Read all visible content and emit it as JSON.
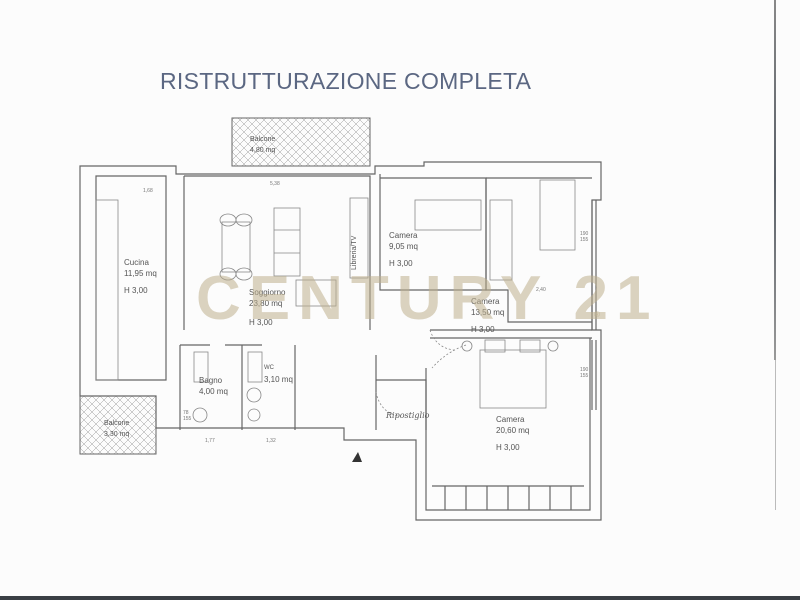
{
  "title": "RISTRUTTURAZIONE COMPLETA",
  "watermark": {
    "text": "CENTURY 21",
    "registered": "®",
    "color": "#beaf8c"
  },
  "colors": {
    "title": "#5b6782",
    "walls": "#666666",
    "background": "#fcfcfc"
  },
  "rooms": [
    {
      "id": "balcone-top",
      "name": "Balcone",
      "area": "4,80 mq"
    },
    {
      "id": "cucina",
      "name": "Cucina",
      "area": "11,95 mq",
      "height": "H 3,00"
    },
    {
      "id": "soggiorno",
      "name": "Soggiorno",
      "area": "23,80 mq",
      "height": "H 3,00",
      "furniture_label": "Libreria/TV"
    },
    {
      "id": "camera-small",
      "name": "Camera",
      "area": "9,05 mq",
      "height": "H 3,00"
    },
    {
      "id": "camera-medium",
      "name": "Camera",
      "area": "13,50 mq",
      "height": "H 3,00"
    },
    {
      "id": "bagno",
      "name": "Bagno",
      "area": "4,00 mq"
    },
    {
      "id": "wc",
      "name": "WC",
      "area": "3,10 mq"
    },
    {
      "id": "ripostiglio",
      "name": "Ripostiglio"
    },
    {
      "id": "camera-large",
      "name": "Camera",
      "area": "20,60 mq",
      "height": "H 3,00"
    },
    {
      "id": "balcone-bottom",
      "name": "Balcone",
      "area": "3,30 mq"
    }
  ],
  "dimensions": {
    "cucina_width": "1,68",
    "soggiorno_width": "5,38",
    "window_1": "190\n155",
    "window_2": "190\n155",
    "bagno_window": "78\n155",
    "bagno_width": "1,77",
    "wc_width": "1,32",
    "camera_dim": "2,40"
  }
}
